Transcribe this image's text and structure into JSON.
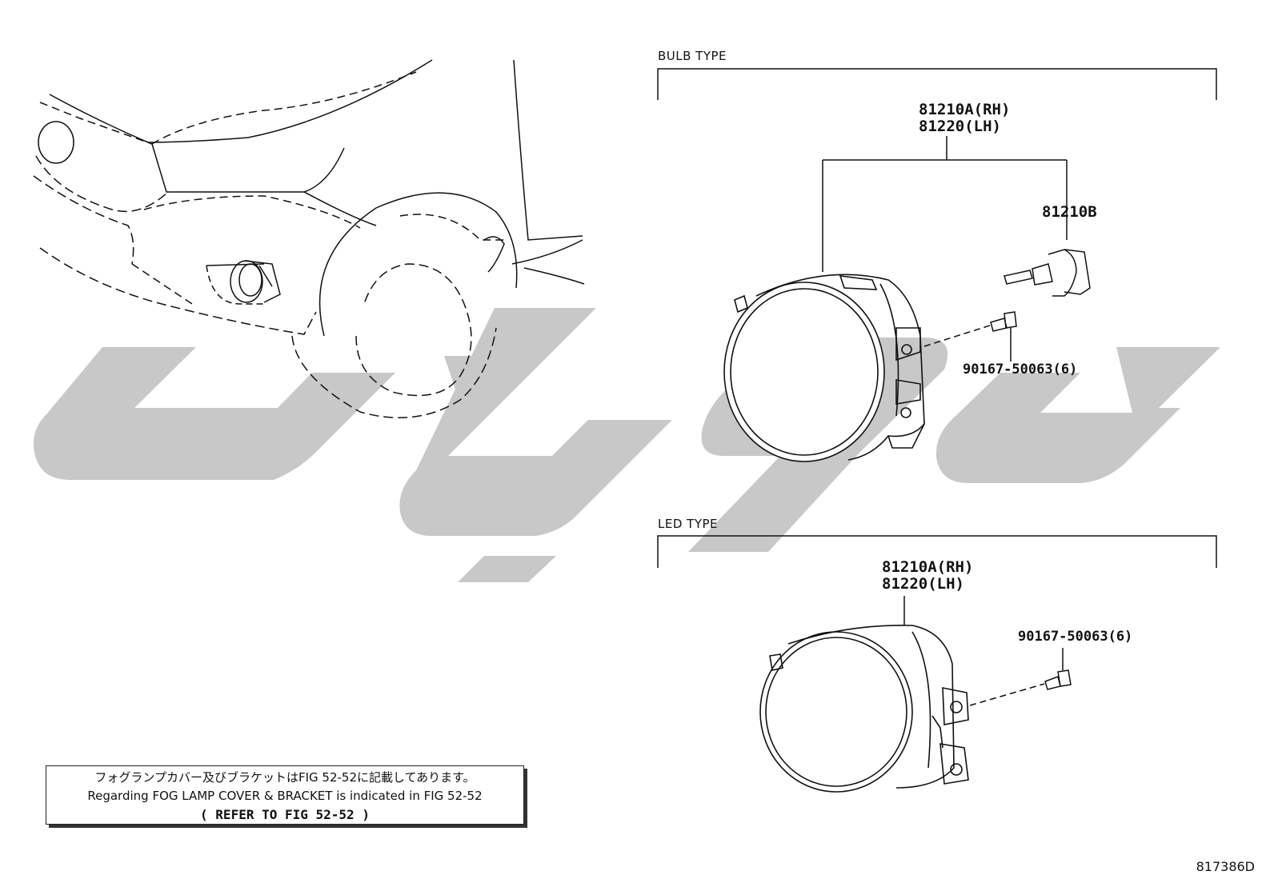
{
  "sections": {
    "bulb_type": "BULB TYPE",
    "led_type": "LED TYPE"
  },
  "parts": {
    "bulb_fog_lamp_rh": "81210A(RH)",
    "bulb_fog_lamp_lh": "81220(LH)",
    "bulb": "81210B",
    "bulb_screw": "90167-50063(6)",
    "led_fog_lamp_rh": "81210A(RH)",
    "led_fog_lamp_lh": "81220(LH)",
    "led_screw": "90167-50063(6)"
  },
  "note": {
    "japanese": "フォグランプカバー及びブラケットはFIG 52-52に記載してあります。",
    "english": "Regarding FOG LAMP COVER & BRACKET is indicated in FIG 52-52",
    "reference": "(  REFER TO FIG 52-52  )"
  },
  "drawing_id": "817386D",
  "colors": {
    "line": "#111111",
    "watermark": "#c8c8c8"
  }
}
